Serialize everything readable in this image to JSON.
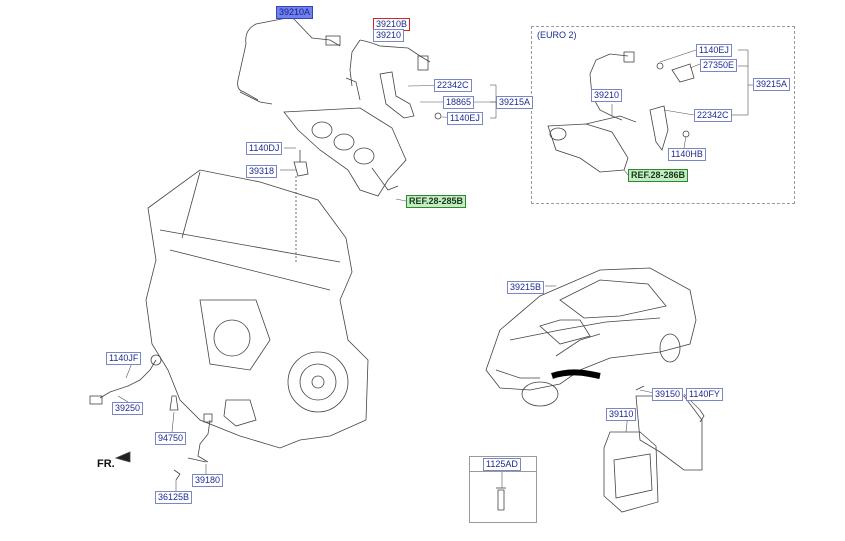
{
  "euro_note": "(EURO 2)",
  "front_marker": "FR.",
  "labels": {
    "l39210A": "39210A",
    "l39210B": "39210B",
    "l39210_top": "39210",
    "l22342C_a": "22342C",
    "l18865": "18865",
    "l1140EJ_a": "1140EJ",
    "l39215A_a": "39215A",
    "l1140DJ": "1140DJ",
    "l39318": "39318",
    "ref285B": "REF.28-285B",
    "l1140EJ_b": "1140EJ",
    "l27350E": "27350E",
    "l39215A_b": "39215A",
    "l39210_euro": "39210",
    "l22342C_b": "22342C",
    "l1140HB": "1140HB",
    "ref286B": "REF.28-286B",
    "l39215B": "39215B",
    "l39150": "39150",
    "l1140FY": "1140FY",
    "l39110": "39110",
    "l1140JF": "1140JF",
    "l39250": "39250",
    "l94750": "94750",
    "l39180": "39180",
    "l36125B": "36125B",
    "l1125AD": "1125AD"
  },
  "colors": {
    "highlight": "#6f80ef",
    "reference": "#c6eac6",
    "label_border": "#7b86c7",
    "red_border": "#d02828"
  }
}
